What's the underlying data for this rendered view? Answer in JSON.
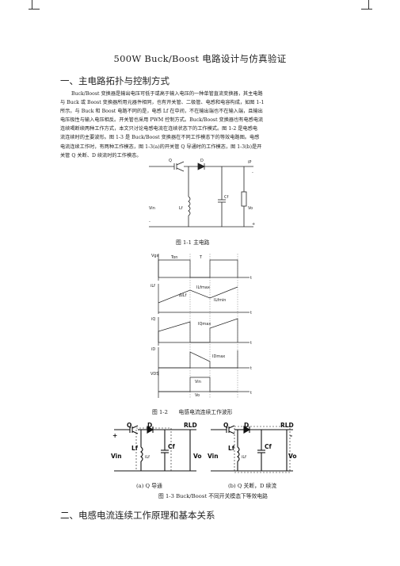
{
  "title": "500W Buck/Boost 电路设计与仿真验证",
  "section1_heading": "一、主电路拓扑与控制方式",
  "paragraph_lines": [
    "Buck/Boost 变换器是输出电压可低于或高于输入电压的一种单管直流变换器，其主电路",
    "与 Buck 或 Boost 变换器所用元器件相同，也有开关管、二极管、电感和电容构成，如图 1-1",
    "所示。与 Buck 和 Boost 电路不同的是，电感 Lf 在中间，不在输出端也不在输入端，且输出",
    "电压极性与输入电压相反。开关管也采用 PWM 控制方式。Buck/Boost 变换器也有电感电流",
    "连续喝断续两种工作方式，本文只讨论电感电流在连续状态下的工作模式。图 1-2 是电感电",
    "流连续时的主要波形。图 1-3 是 Buck/Boost 变换器在不同工作模态下的等效电路图。电感",
    "电流连续工作时，有两种工作模态，图 1-3(a)的开关管 Q 导通时的工作模态，图 1-3(b)是开",
    "关管 Q 关断、D 续流时的工作模态。"
  ],
  "fig1": {
    "caption": "图 1-1 主电路",
    "labels": {
      "q": "Q",
      "d": "D",
      "ip": "iP",
      "cf": "Cf",
      "lf": "Lf",
      "vin": "Vin",
      "vo": "Vo",
      "minus_tr": "-",
      "minus_bl": "-",
      "plus_br": "+"
    }
  },
  "fig2": {
    "caption": "图 1-2　　电感电流连续工作波形",
    "labels": {
      "vgs": "Vgs",
      "ton": "Ton",
      "t": "T",
      "ilf": "iLf",
      "iq": "iQ",
      "id": "iD",
      "vds": "VDS",
      "vin": "Vin",
      "vo": "Vo",
      "axis_t": "t",
      "ilf_max": "ILfmax",
      "ilf_min": "ILfmin",
      "iq_max": "IQmax",
      "id_max": "IDmax",
      "delta_i": "ΔiLf"
    }
  },
  "fig3": {
    "caption_a": "(a) Q 导通",
    "caption_b": "(b) Q 关断，D 续流",
    "caption": "图 1-3 Buck/Boost 不同开关模态下等效电路",
    "labels": {
      "q": "Q",
      "d": "D",
      "rld": "RLD",
      "lf": "Lf",
      "cf": "Cf",
      "vin": "Vin",
      "vo": "Vo",
      "ilf": "iLf",
      "plus": "+",
      "minus": "-"
    }
  },
  "section2_heading": "二、电感电流连续工作原理和基本关系"
}
